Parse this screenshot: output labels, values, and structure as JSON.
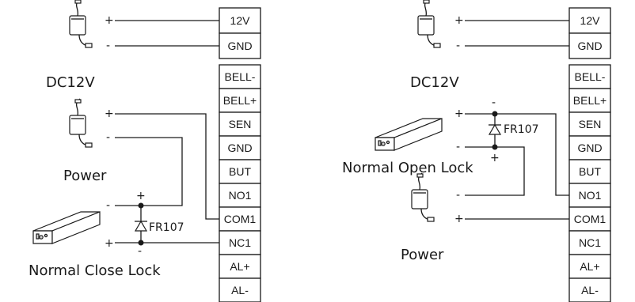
{
  "terminals": [
    "12V",
    "GND",
    "BELL-",
    "BELL+",
    "SEN",
    "GND",
    "BUT",
    "NO1",
    "COM1",
    "NC1",
    "AL+",
    "AL-"
  ],
  "signs": {
    "plus": "+",
    "minus": "-"
  },
  "left": {
    "dc_label": "DC12V",
    "power_label": "Power",
    "lock_label": "Normal Close Lock",
    "diode_label": "FR107"
  },
  "right": {
    "dc_label": "DC12V",
    "power_label": "Power",
    "lock_label": "Normal Open Lock",
    "diode_label": "FR107"
  }
}
